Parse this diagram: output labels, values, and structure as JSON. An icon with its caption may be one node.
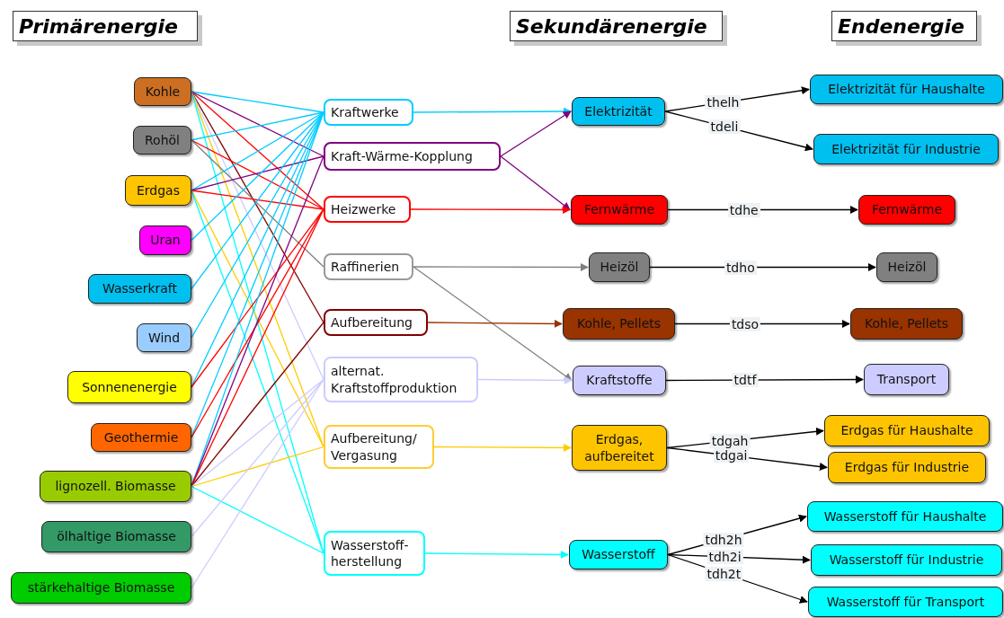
{
  "diagram": {
    "nodes": [
      {
        "text": [
          "Kohle"
        ]
      },
      {
        "text": [
          "Rohöl"
        ]
      },
      {
        "text": [
          "Erdgas"
        ]
      },
      {
        "text": [
          "Uran"
        ]
      },
      {
        "text": [
          "Wasserkraft"
        ]
      },
      {
        "text": [
          "Wind"
        ]
      },
      {
        "text": [
          "Sonnenenergie"
        ]
      },
      {
        "text": [
          "Geothermie"
        ]
      },
      {
        "text": [
          "lignozell. Biomasse"
        ]
      },
      {
        "text": [
          "ölhaltige Biomasse"
        ]
      },
      {
        "text": [
          "stärkehaltige Biomasse"
        ]
      },
      {
        "text": [
          "Kraftwerke"
        ]
      },
      {
        "text": [
          "Kraft-Wärme-Kopplung"
        ]
      },
      {
        "text": [
          "Heizwerke"
        ]
      },
      {
        "text": [
          "Raffinerien"
        ]
      },
      {
        "text": [
          "Aufbereitung"
        ]
      },
      {
        "text": [
          "alternat. Kraftstoffproduktion"
        ]
      },
      {
        "text": [
          "Aufbereitung/ Vergasung"
        ]
      },
      {
        "text": [
          "Wasserstoff- herstellung"
        ]
      },
      {
        "text": [
          "Elektrizität"
        ]
      },
      {
        "text": [
          "Fernwärme"
        ]
      },
      {
        "text": [
          "Heizöl"
        ]
      },
      {
        "text": [
          "Kohle, Pellets"
        ]
      },
      {
        "text": [
          "Kraftstoffe"
        ]
      },
      {
        "text": [
          "Erdgas, aufbereitet"
        ]
      },
      {
        "text": [
          "Wasserstoff"
        ]
      },
      {
        "text": [
          "Elektrizität für Haushalte"
        ]
      },
      {
        "text": [
          "Elektrizität für Industrie"
        ]
      },
      {
        "text": [
          "Fernwärme"
        ]
      },
      {
        "text": [
          "Heizöl"
        ]
      },
      {
        "text": [
          "Kohle, Pellets"
        ]
      },
      {
        "text": [
          "Transport"
        ]
      },
      {
        "text": [
          "Erdgas für Haushalte"
        ]
      },
      {
        "text": [
          "Erdgas für Industrie"
        ]
      },
      {
        "text": [
          "Wasserstoff für Haushalte"
        ]
      },
      {
        "text": [
          "Wasserstoff für Industrie"
        ]
      },
      {
        "text": [
          "Wasserstoff für Transport"
        ]
      }
    ],
    "edges": [
      {
        "from": 0,
        "to": 11,
        "arrow": "none",
        "color": "#00ccff"
      },
      {
        "from": 0,
        "to": 12,
        "arrow": "none",
        "color": "#800080"
      },
      {
        "from": 0,
        "to": 13,
        "arrow": "none",
        "color": "#ff0000"
      },
      {
        "from": 0,
        "to": 15,
        "arrow": "none",
        "color": "#800000"
      },
      {
        "from": 0,
        "to": 16,
        "arrow": "none",
        "color": "#ccccff"
      },
      {
        "from": 0,
        "to": 17,
        "arrow": "none",
        "color": "#ffcc00"
      },
      {
        "from": 0,
        "to": 18,
        "arrow": "none",
        "color": "#00ffff"
      },
      {
        "from": 1,
        "to": 11,
        "arrow": "none",
        "color": "#00ccff"
      },
      {
        "from": 1,
        "to": 13,
        "arrow": "none",
        "color": "#ff0000"
      },
      {
        "from": 1,
        "to": 14,
        "arrow": "none",
        "color": "#808080"
      },
      {
        "from": 2,
        "to": 11,
        "arrow": "none",
        "color": "#00ccff"
      },
      {
        "from": 2,
        "to": 12,
        "arrow": "none",
        "color": "#800080"
      },
      {
        "from": 2,
        "to": 13,
        "arrow": "none",
        "color": "#ff0000"
      },
      {
        "from": 2,
        "to": 17,
        "arrow": "none",
        "color": "#ffcc00"
      },
      {
        "from": 2,
        "to": 18,
        "arrow": "none",
        "color": "#00ffff"
      },
      {
        "from": 3,
        "to": 11,
        "arrow": "none",
        "color": "#00ccff"
      },
      {
        "from": 4,
        "to": 11,
        "arrow": "none",
        "color": "#00ccff"
      },
      {
        "from": 5,
        "to": 11,
        "arrow": "none",
        "color": "#00ccff"
      },
      {
        "from": 6,
        "to": 11,
        "arrow": "none",
        "color": "#00ccff"
      },
      {
        "from": 6,
        "to": 13,
        "arrow": "none",
        "color": "#ff0000"
      },
      {
        "from": 7,
        "to": 11,
        "arrow": "none",
        "color": "#00ccff"
      },
      {
        "from": 7,
        "to": 13,
        "arrow": "none",
        "color": "#ff0000"
      },
      {
        "from": 8,
        "to": 11,
        "arrow": "none",
        "color": "#00ccff"
      },
      {
        "from": 8,
        "to": 12,
        "arrow": "none",
        "color": "#800080"
      },
      {
        "from": 8,
        "to": 13,
        "arrow": "none",
        "color": "#ff0000"
      },
      {
        "from": 8,
        "to": 15,
        "arrow": "none",
        "color": "#800000"
      },
      {
        "from": 8,
        "to": 16,
        "arrow": "none",
        "color": "#ccccff"
      },
      {
        "from": 8,
        "to": 17,
        "arrow": "none",
        "color": "#ffcc00"
      },
      {
        "from": 8,
        "to": 18,
        "arrow": "none",
        "color": "#00ffff"
      },
      {
        "from": 9,
        "to": 16,
        "arrow": "none",
        "color": "#ccccff"
      },
      {
        "from": 10,
        "to": 16,
        "arrow": "none",
        "color": "#ccccff"
      },
      {
        "from": 11,
        "to": 19,
        "arrow": "to",
        "color": "#00ccff"
      },
      {
        "from": 12,
        "to": 19,
        "arrow": "to",
        "color": "#800080"
      },
      {
        "from": 12,
        "to": 20,
        "arrow": "to",
        "color": "#800080"
      },
      {
        "from": 13,
        "to": 20,
        "arrow": "to",
        "color": "#ff0000"
      },
      {
        "from": 14,
        "to": 21,
        "arrow": "to",
        "color": "#808080"
      },
      {
        "from": 14,
        "to": 23,
        "arrow": "to",
        "color": "#808080"
      },
      {
        "from": 15,
        "to": 22,
        "arrow": "to",
        "color": "#993300"
      },
      {
        "from": 16,
        "to": 23,
        "arrow": "to",
        "color": "#ccccff"
      },
      {
        "from": 17,
        "to": 24,
        "arrow": "to",
        "color": "#ffcc00"
      },
      {
        "from": 18,
        "to": 25,
        "arrow": "to",
        "color": "#00ffff"
      },
      {
        "from": 19,
        "to": 26,
        "arrow": "to",
        "label": "thelh"
      },
      {
        "from": 19,
        "to": 27,
        "arrow": "to",
        "label": "tdeli"
      },
      {
        "from": 20,
        "to": 28,
        "arrow": "to",
        "label": "tdhe"
      },
      {
        "from": 21,
        "to": 29,
        "arrow": "to",
        "label": "tdho"
      },
      {
        "from": 22,
        "to": 30,
        "arrow": "to",
        "label": "tdso"
      },
      {
        "from": 23,
        "to": 31,
        "arrow": "to",
        "label": "tdtf"
      },
      {
        "from": 24,
        "to": 32,
        "arrow": "to",
        "label": "tdgah"
      },
      {
        "from": 24,
        "to": 33,
        "arrow": "to",
        "label": "tdgai"
      },
      {
        "from": 25,
        "to": 34,
        "arrow": "to",
        "label": "tdh2h"
      },
      {
        "from": 25,
        "to": 35,
        "arrow": "to",
        "label": "tdh2i"
      },
      {
        "from": 25,
        "to": 36,
        "arrow": "to",
        "label": "tdh2t"
      }
    ],
    "labels": [
      "Primärenergie",
      "Sekundärenergie",
      "Endenergie"
    ]
  }
}
